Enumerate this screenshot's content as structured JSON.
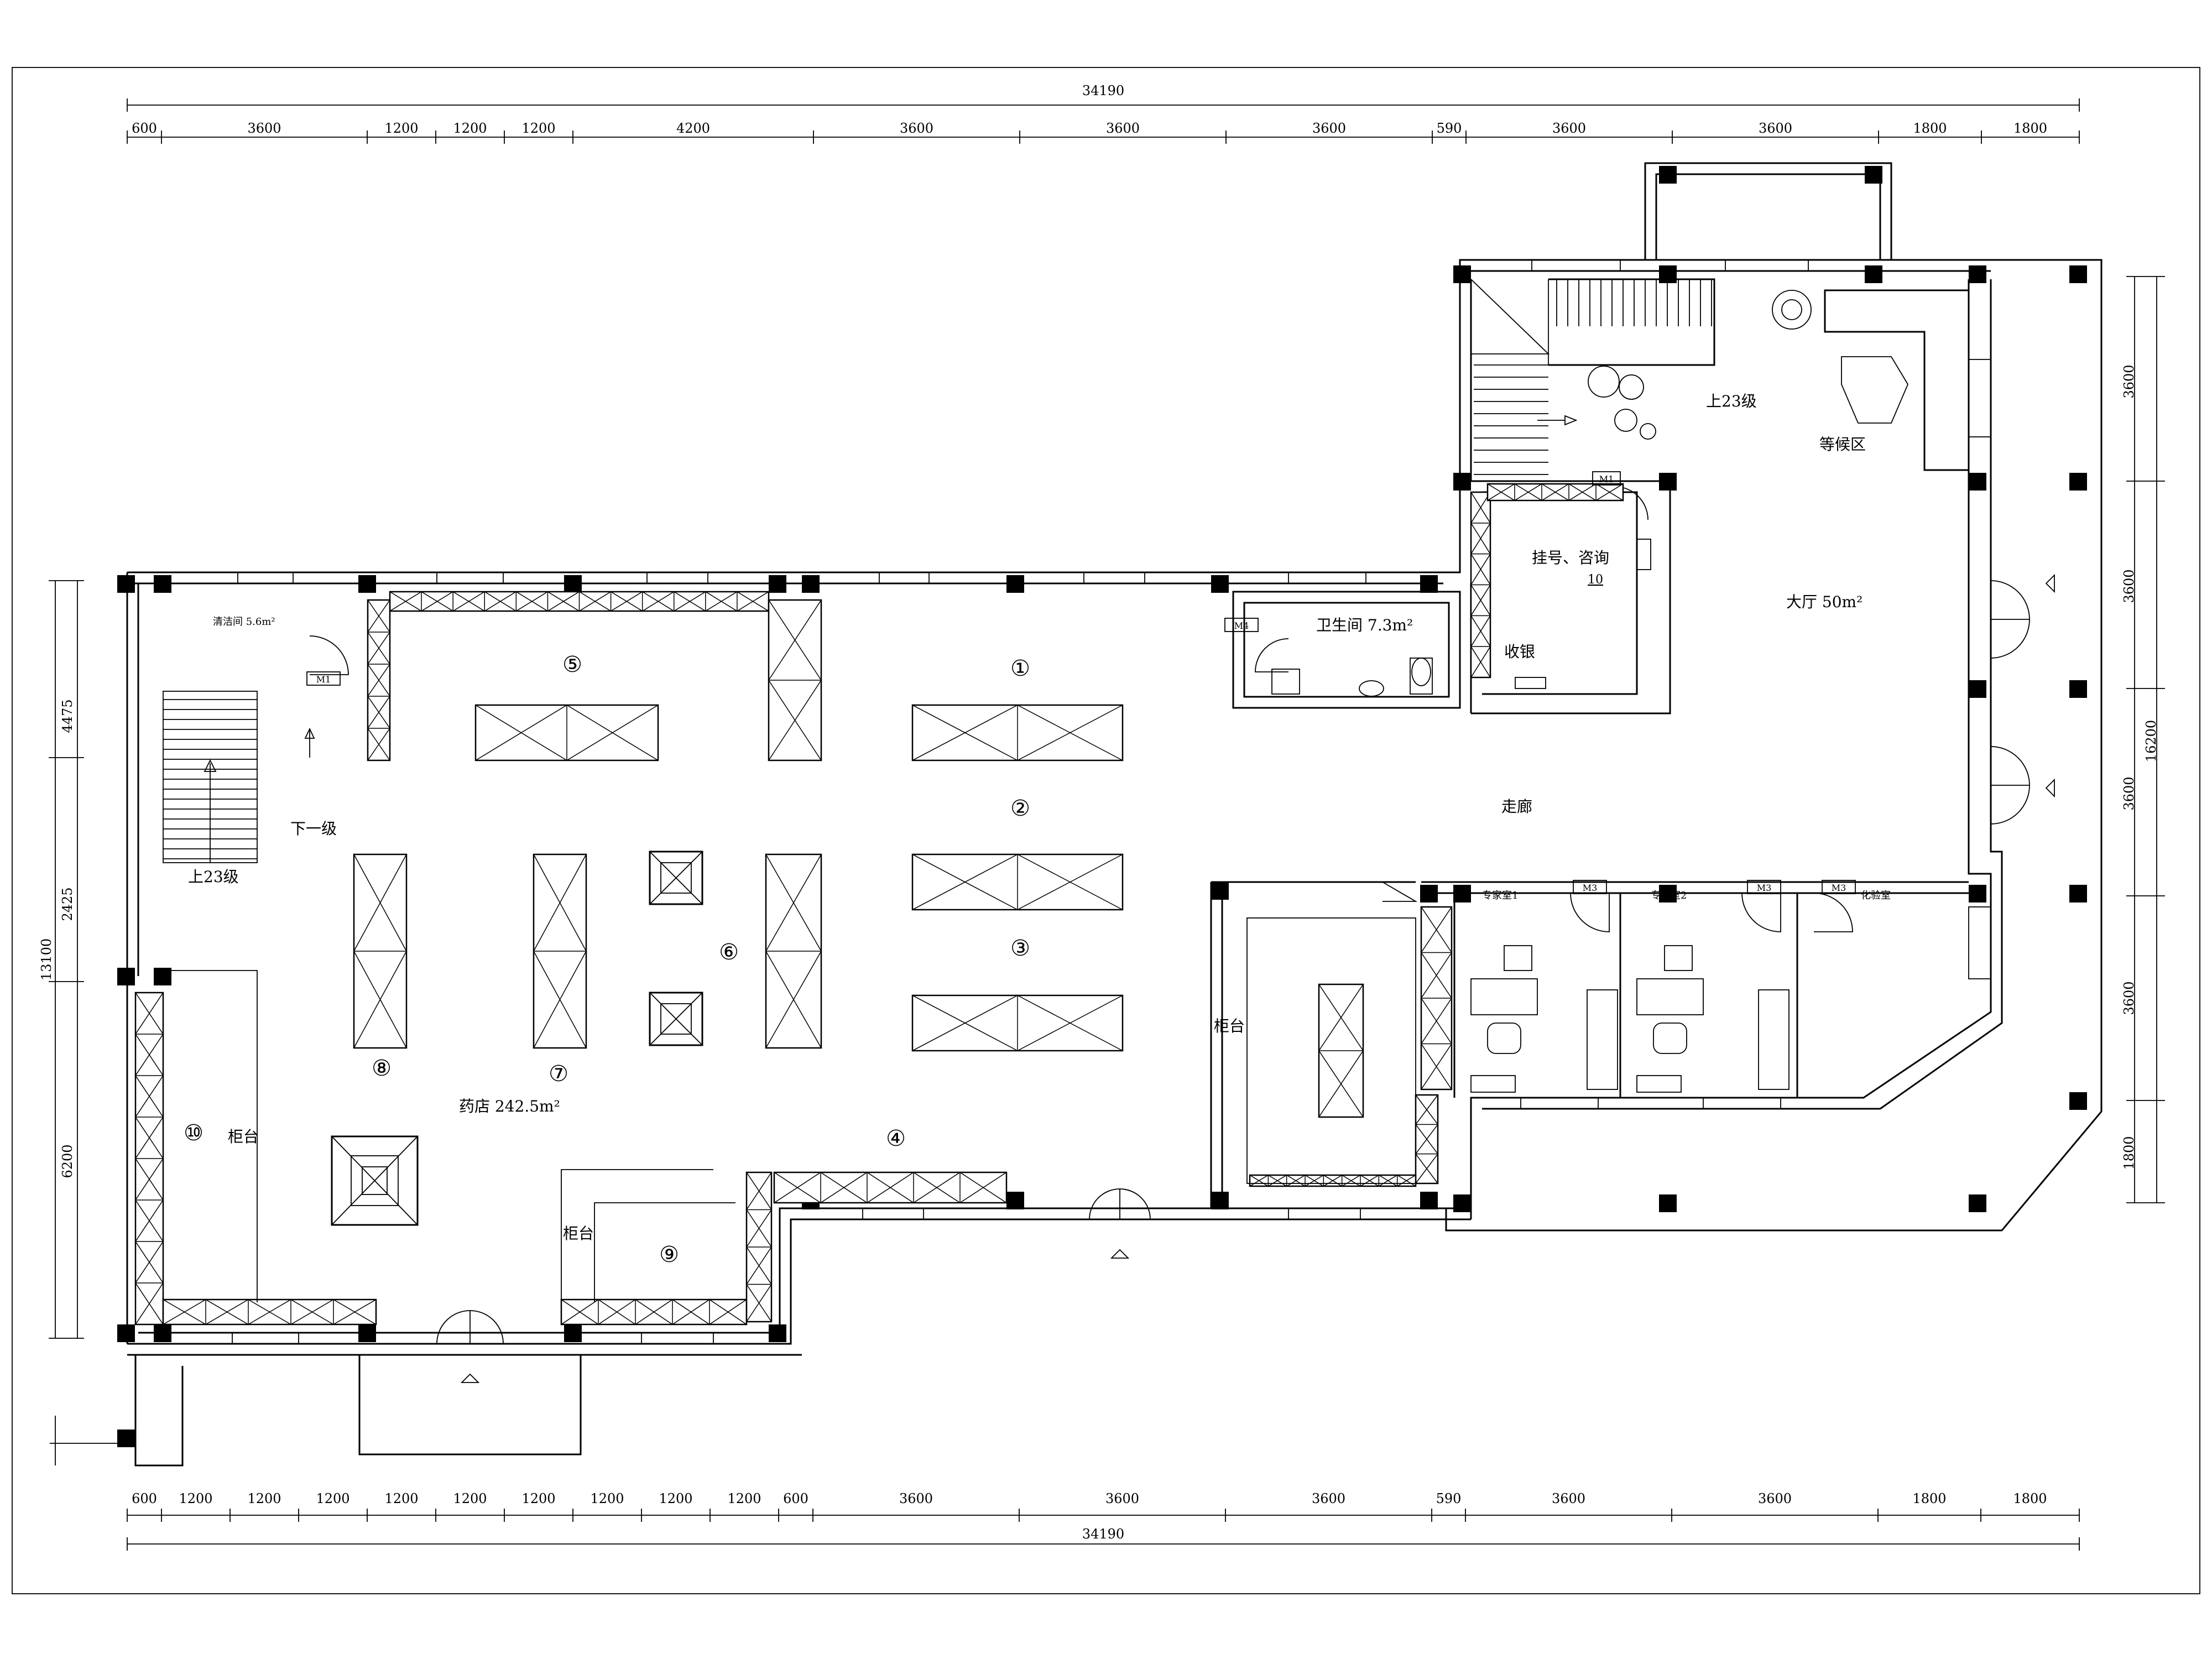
{
  "dimensions": {
    "top_total": "34190",
    "top_segments": [
      "600",
      "3600",
      "1200",
      "1200",
      "1200",
      "4200",
      "3600",
      "3600",
      "3600",
      "590",
      "3600",
      "3600",
      "1800",
      "1800"
    ],
    "bottom_total": "34190",
    "bottom_segments": [
      "600",
      "1200",
      "1200",
      "1200",
      "1200",
      "1200",
      "1200",
      "1200",
      "1200",
      "1200",
      "600",
      "3600",
      "3600",
      "3600",
      "590",
      "3600",
      "3600",
      "1800",
      "1800"
    ],
    "left_total": "13100",
    "left_segments": [
      "4475",
      "2425",
      "6200"
    ],
    "right_total": "16200",
    "right_segments": [
      "3600",
      "3600",
      "3600",
      "3600",
      "1800"
    ]
  },
  "rooms": {
    "storage": "清洁间 5.6m²",
    "restroom": "卫生间 7.3m²",
    "registration": "挂号、咨询",
    "registration_no": "10",
    "cashier": "收银",
    "waiting": "等候区",
    "hall": "大厅 50m²",
    "corridor": "走廊",
    "pharmacy": "药店 242.5m²",
    "expert1": "专家室1",
    "expert2": "专家室2",
    "lab": "化验室",
    "counter_left": "柜台",
    "counter_mid": "柜台",
    "counter_right": "柜台"
  },
  "stairs": {
    "down": "下一级",
    "up_left": "上23级",
    "up_right": "上23级"
  },
  "doors": {
    "m1": "M1",
    "m1b": "M1",
    "m4": "M4",
    "m3a": "M3",
    "m3b": "M3",
    "m3c": "M3"
  },
  "shelf_numbers": [
    "①",
    "②",
    "③",
    "④",
    "⑤",
    "⑥",
    "⑦",
    "⑧",
    "⑨",
    "⑩"
  ]
}
